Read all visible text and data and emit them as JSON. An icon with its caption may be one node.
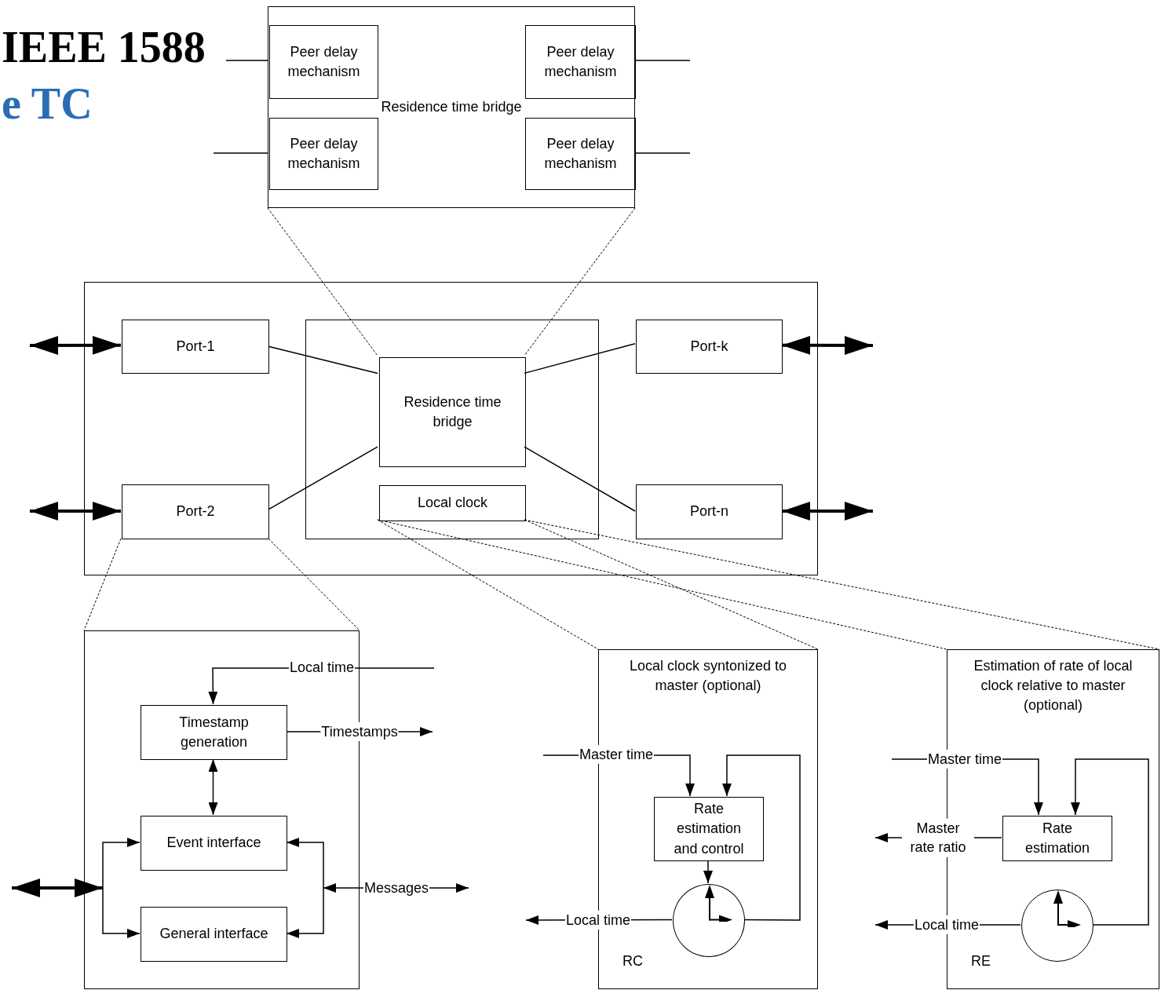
{
  "diagram": {
    "nodes": [
      {
        "text": [
          "Residence time bridge"
        ]
      },
      {
        "text": [
          "Peer delay mechanism"
        ],
        "in": 0
      },
      {
        "text": [
          "Peer delay mechanism"
        ],
        "in": 0
      },
      {
        "text": [
          "Peer delay mechanism"
        ],
        "in": 0
      },
      {
        "text": [
          "Peer delay mechanism"
        ],
        "in": 0
      },
      {
        "text": [],
        "shape": "box"
      },
      {
        "text": [
          "Port-1"
        ],
        "in": 5
      },
      {
        "text": [
          "Port-2"
        ],
        "in": 5
      },
      {
        "text": [],
        "shape": "box",
        "in": 5
      },
      {
        "text": [
          "Residence time bridge"
        ],
        "in": 8
      },
      {
        "text": [
          "Local clock"
        ],
        "in": 8
      },
      {
        "text": [
          "Port-k"
        ],
        "in": 5
      },
      {
        "text": [
          "Port-n"
        ],
        "in": 5
      },
      {
        "text": [],
        "shape": "box"
      },
      {
        "text": [
          "Timestamp generation"
        ],
        "in": 13
      },
      {
        "text": [
          "Event interface"
        ],
        "in": 13
      },
      {
        "text": [
          "General interface"
        ],
        "in": 13
      },
      {
        "text": [
          "Local clock syntonized to master (optional)",
          "RC"
        ]
      },
      {
        "text": [
          "Rate estimation and control"
        ],
        "in": 17
      },
      {
        "text": [],
        "shape": "circle",
        "in": 17
      },
      {
        "text": [
          "Estimation of rate of local clock relative to master (optional)",
          "RE"
        ]
      },
      {
        "text": [
          "Rate estimation"
        ],
        "in": 20
      },
      {
        "text": [],
        "shape": "circle",
        "in": 20
      }
    ],
    "edges": [
      {
        "from": 1,
        "to": null,
        "arrow": "none"
      },
      {
        "from": 3,
        "to": null,
        "arrow": "none"
      },
      {
        "from": 2,
        "to": null,
        "arrow": "none"
      },
      {
        "from": 4,
        "to": null,
        "arrow": "none"
      },
      {
        "from": 0,
        "to": 9,
        "arrow": "none",
        "style": "dashed"
      },
      {
        "from": 0,
        "to": 9,
        "arrow": "none",
        "style": "dashed"
      },
      {
        "from": null,
        "to": 6,
        "arrow": "both",
        "style": "thick"
      },
      {
        "from": null,
        "to": 7,
        "arrow": "both",
        "style": "thick"
      },
      {
        "from": 11,
        "to": null,
        "arrow": "both",
        "style": "thick"
      },
      {
        "from": 12,
        "to": null,
        "arrow": "both",
        "style": "thick"
      },
      {
        "from": 6,
        "to": 9,
        "arrow": "none"
      },
      {
        "from": 7,
        "to": 9,
        "arrow": "none"
      },
      {
        "from": 11,
        "to": 9,
        "arrow": "none"
      },
      {
        "from": 12,
        "to": 9,
        "arrow": "none"
      },
      {
        "from": 7,
        "to": 13,
        "arrow": "none",
        "style": "dashed"
      },
      {
        "from": 7,
        "to": 13,
        "arrow": "none",
        "style": "dashed"
      },
      {
        "from": 10,
        "to": 17,
        "arrow": "none",
        "style": "dashed"
      },
      {
        "from": 10,
        "to": 17,
        "arrow": "none",
        "style": "dashed"
      },
      {
        "from": 10,
        "to": 20,
        "arrow": "none",
        "style": "dashed"
      },
      {
        "from": 10,
        "to": 20,
        "arrow": "none",
        "style": "dashed"
      },
      {
        "from": null,
        "to": 14,
        "arrow": "to",
        "label": "Local time"
      },
      {
        "from": 14,
        "to": null,
        "arrow": "to",
        "label": "Timestamps"
      },
      {
        "from": 14,
        "to": 15,
        "arrow": "both"
      },
      {
        "from": null,
        "to": 15,
        "arrow": "both",
        "style": "thick"
      },
      {
        "from": null,
        "to": 16,
        "arrow": "both",
        "style": "thick"
      },
      {
        "from": null,
        "to": 15,
        "arrow": "both",
        "label": "Messages"
      },
      {
        "from": null,
        "to": 16,
        "arrow": "both"
      },
      {
        "from": null,
        "to": 18,
        "arrow": "to",
        "label": "Master time"
      },
      {
        "from": 19,
        "to": 18,
        "arrow": "to"
      },
      {
        "from": 18,
        "to": 19,
        "arrow": "to"
      },
      {
        "from": 19,
        "to": null,
        "arrow": "to",
        "label": "Local time"
      },
      {
        "from": null,
        "to": 21,
        "arrow": "to",
        "label": "Master time"
      },
      {
        "from": 22,
        "to": 21,
        "arrow": "to"
      },
      {
        "from": 21,
        "to": null,
        "arrow": "to",
        "label": "Master rate ratio"
      },
      {
        "from": 22,
        "to": null,
        "arrow": "to",
        "label": "Local time"
      }
    ],
    "labels": [
      "IEEE 1588",
      "e TC"
    ]
  }
}
